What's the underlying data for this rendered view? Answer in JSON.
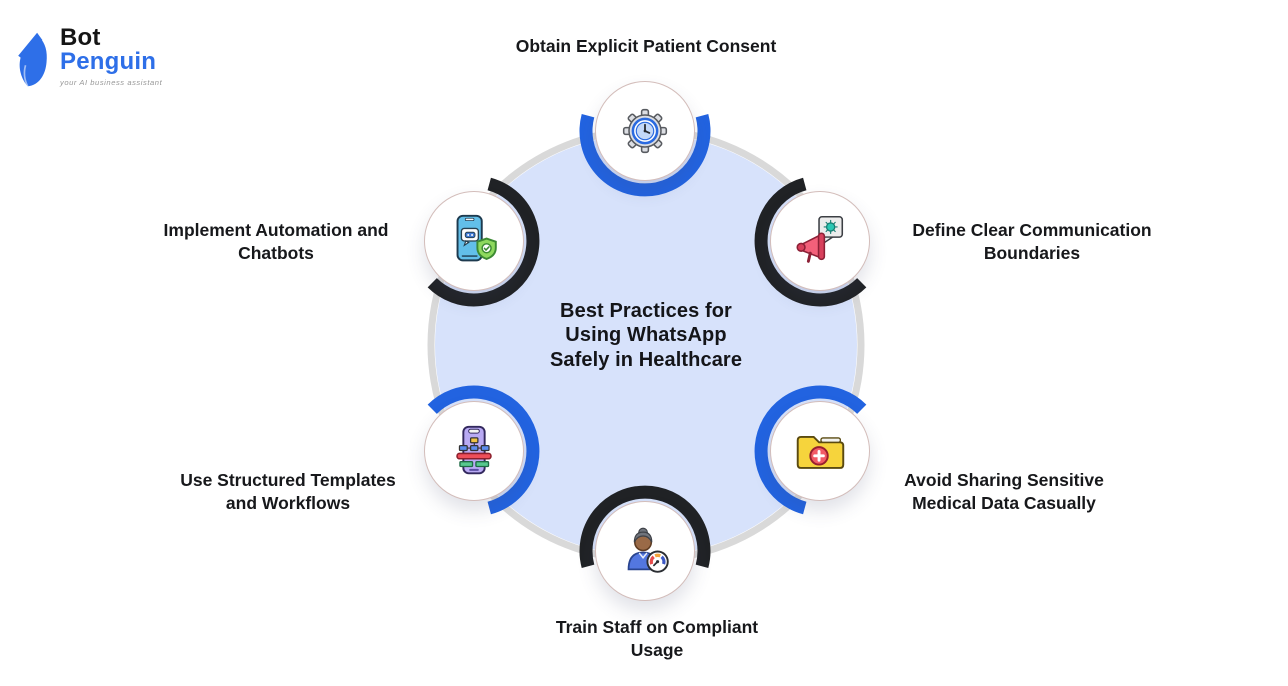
{
  "logo": {
    "bot": "Bot",
    "penguin": "Penguin",
    "tagline": "your AI business assistant"
  },
  "center": {
    "title_lines": [
      "Best Practices for",
      "Using WhatsApp",
      "Safely in Healthcare"
    ]
  },
  "nodes": [
    {
      "label": "Obtain Explicit Patient Consent",
      "icon": "gear-clock-icon",
      "arc_color": "#2263e0",
      "position": "top"
    },
    {
      "label": "Define Clear Communication Boundaries",
      "icon": "megaphone-speech-bubble-icon",
      "arc_color": "#202225",
      "position": "top-right"
    },
    {
      "label": "Avoid Sharing Sensitive Medical Data Casually",
      "icon": "medical-folder-icon",
      "arc_color": "#2263e0",
      "position": "bottom-right"
    },
    {
      "label": "Train Staff on Compliant Usage",
      "icon": "staff-gauge-icon",
      "arc_color": "#202225",
      "position": "bottom"
    },
    {
      "label": "Use Structured Templates and Workflows",
      "icon": "phone-flowchart-icon",
      "arc_color": "#2263e0",
      "position": "bottom-left"
    },
    {
      "label": "Implement Automation and Chatbots",
      "icon": "chatbot-shield-icon",
      "arc_color": "#202225",
      "position": "top-left"
    }
  ],
  "colors": {
    "accent_blue": "#2263e0",
    "arc_dark": "#202225",
    "circle_fill": "#d7e2fb",
    "ring_gray": "#d9d9d9",
    "logo_blue": "#2e6fe8",
    "text_dark": "#17181b"
  }
}
